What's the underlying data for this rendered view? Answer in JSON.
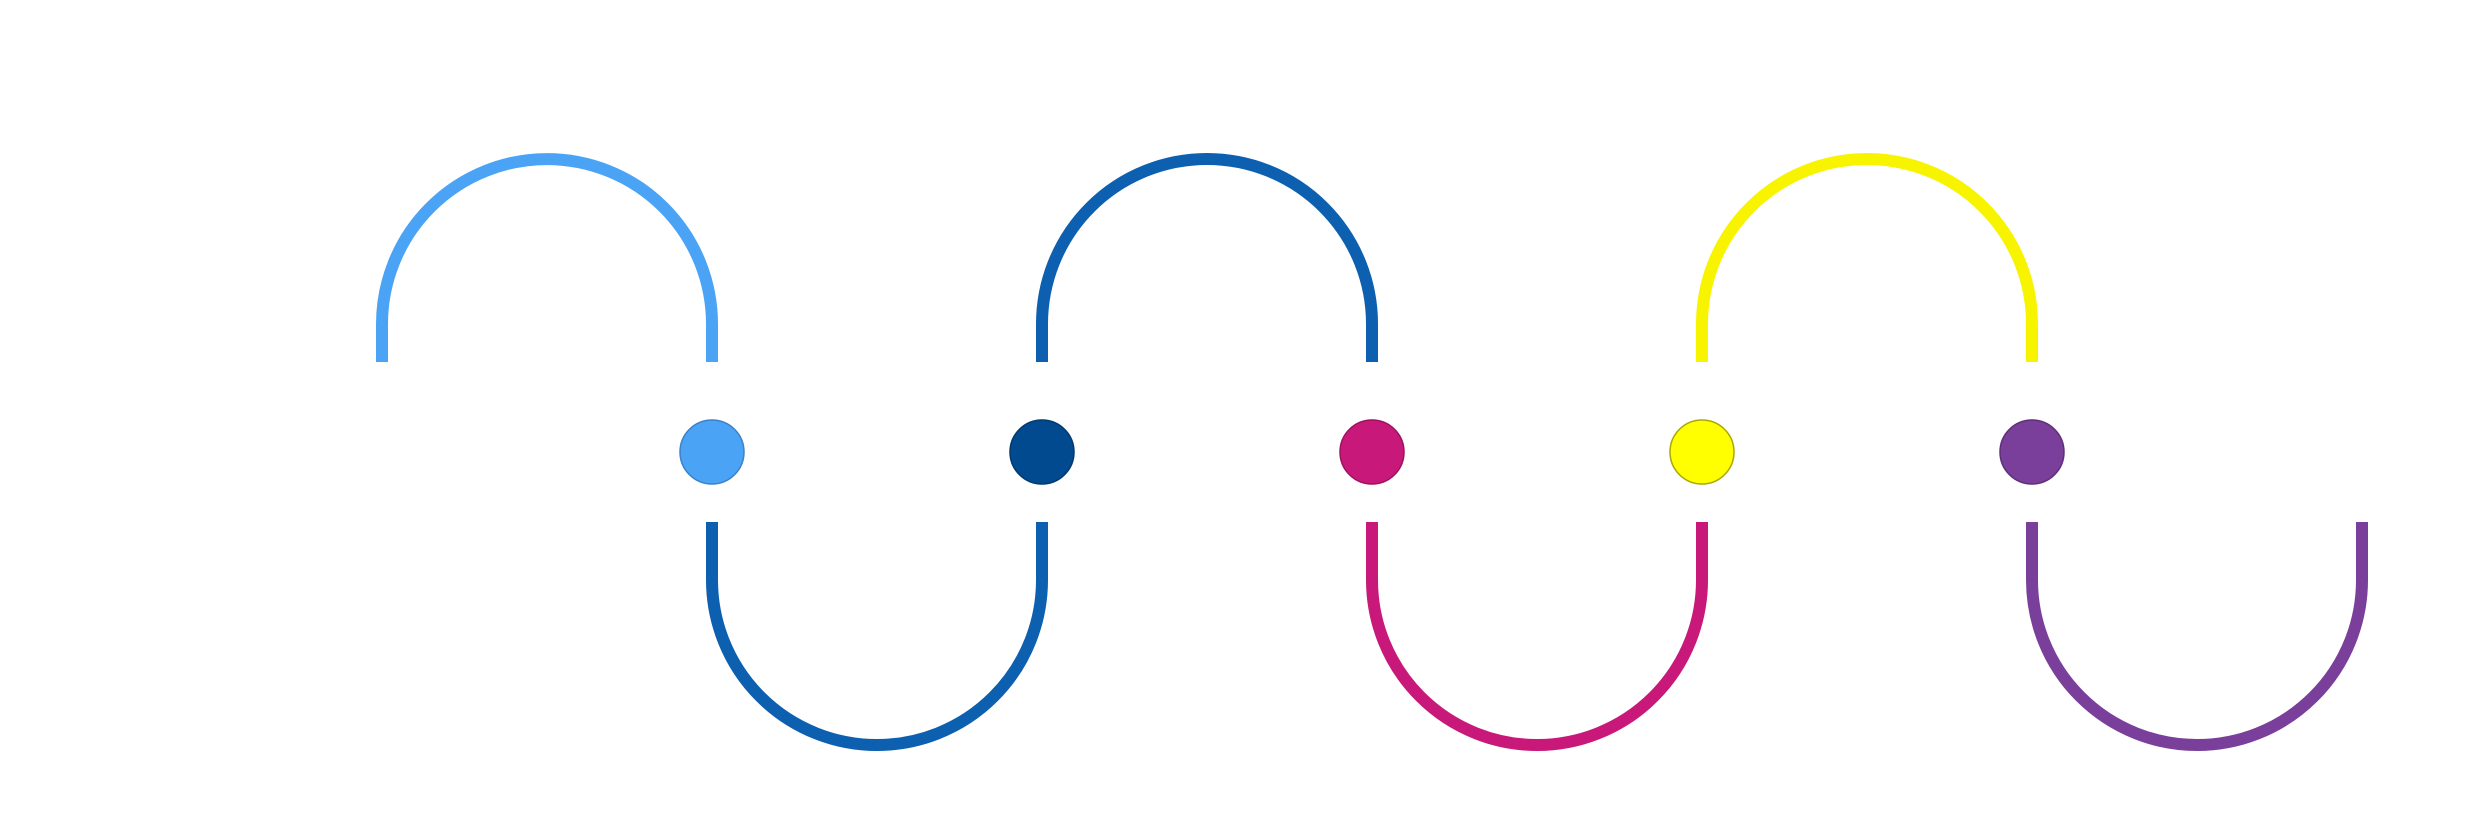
{
  "diagram": {
    "type": "sinuous-timeline",
    "background": "#ffffff",
    "steps": [
      {
        "color": "#4aa3f5",
        "arc_direction": "up"
      },
      {
        "color": "#0d5fb0",
        "arc_direction": "down"
      },
      {
        "color": "#0d5fb0",
        "arc_direction": "up"
      },
      {
        "color": "#c8187a",
        "arc_direction": "down"
      },
      {
        "color": "#f8f400",
        "arc_direction": "up"
      },
      {
        "color": "#7a3f9a",
        "arc_direction": "down"
      }
    ],
    "nodes": [
      {
        "color": "#4aa3f5",
        "outline": "#3b82c8"
      },
      {
        "color": "#024a8f",
        "outline": "#023a70"
      },
      {
        "color": "#c8187a",
        "outline": "#9e1260"
      },
      {
        "color": "#ffff00",
        "outline": "#a8a800"
      },
      {
        "color": "#7a3f9a",
        "outline": "#5e2f78"
      }
    ]
  }
}
